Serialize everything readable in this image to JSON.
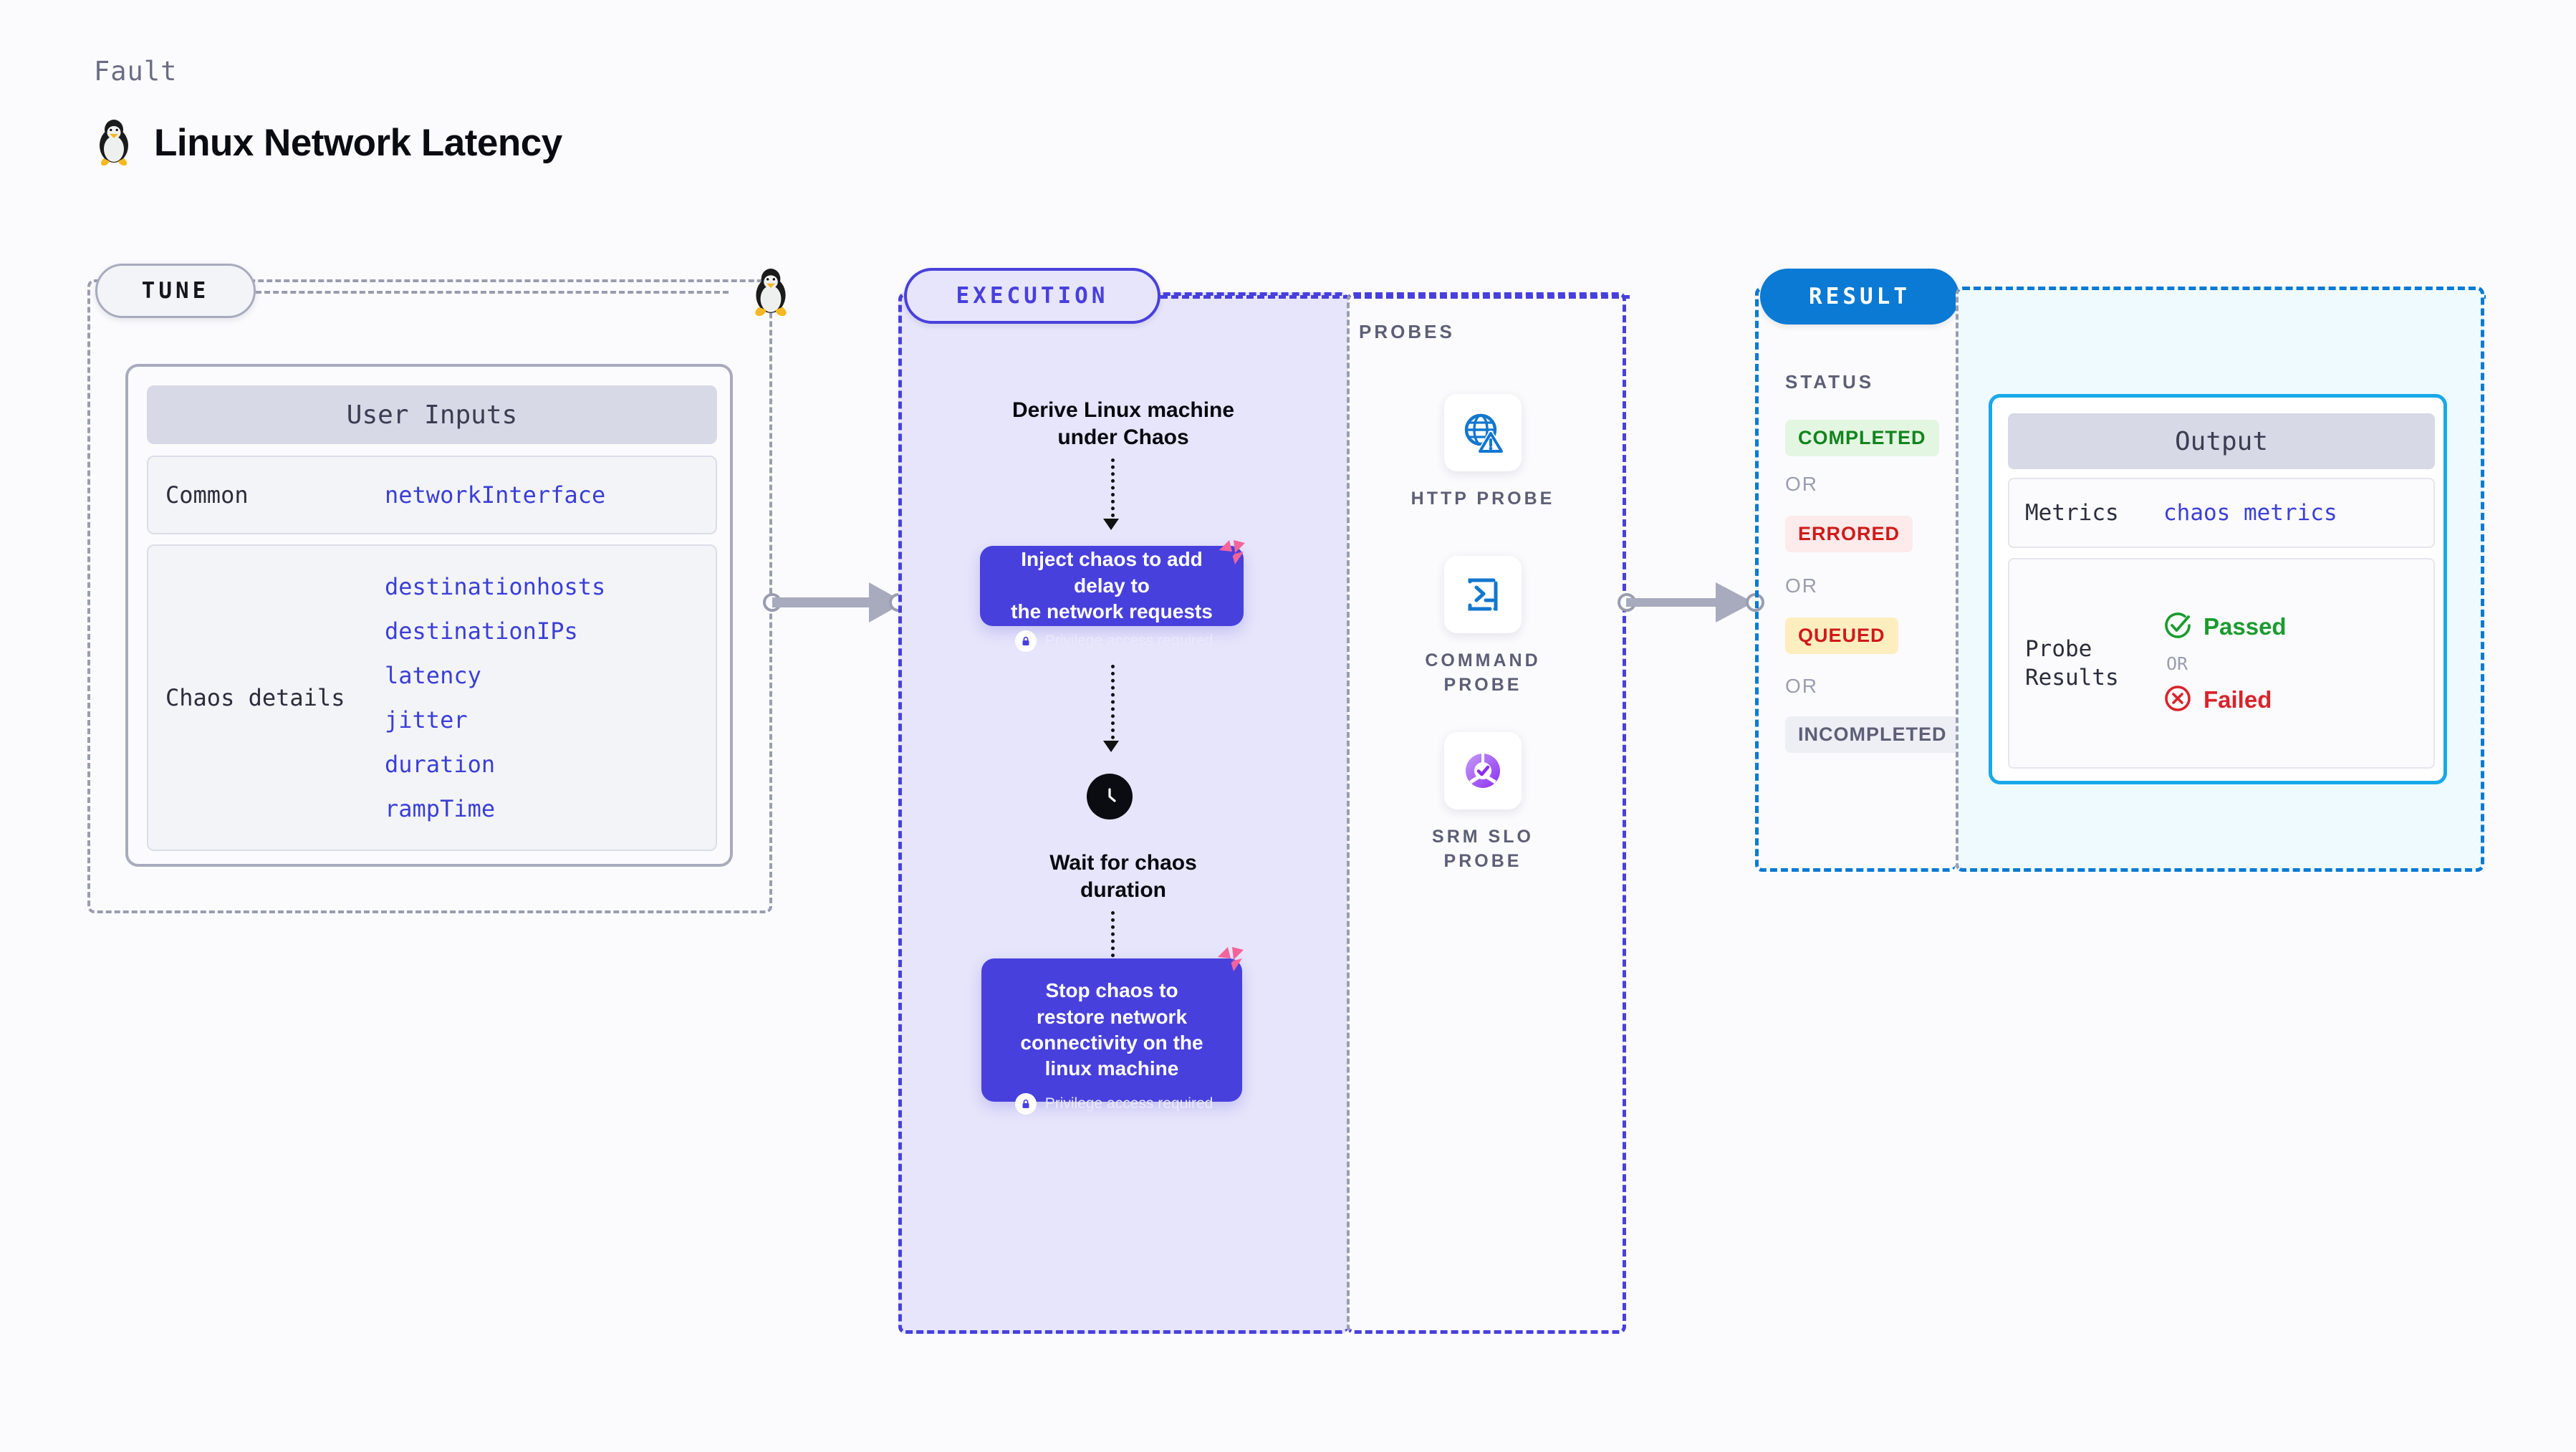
{
  "header": {
    "kicker": "Fault",
    "title": "Linux Network Latency",
    "icon": "linux-penguin-icon"
  },
  "colors": {
    "violet": "#4840dc",
    "violet_panel_bg": "#e6e5fb",
    "blue": "#0a7ad4",
    "blue_panel_bg": "#effaff",
    "grey_border": "#9a9db0",
    "harness_pink": "#f46495",
    "success_green": "#1a9b2e",
    "error_red": "#d9232a",
    "queued_yellow": "#fdeec0",
    "page_bg": "#fbfbfd"
  },
  "tune": {
    "badge": "TUNE",
    "card_title": "User Inputs",
    "rows": [
      {
        "key": "Common",
        "values": [
          "networkInterface"
        ]
      },
      {
        "key": "Chaos details",
        "values": [
          "destinationhosts",
          "destinationIPs",
          "latency",
          "jitter",
          "duration",
          "rampTime"
        ]
      }
    ]
  },
  "execution": {
    "badge": "EXECUTION",
    "steps": [
      {
        "type": "label",
        "text": "Derive Linux machine\nunder Chaos"
      },
      {
        "type": "card",
        "text": "Inject chaos to add delay to\nthe network requests",
        "privilege": "Privilege access required",
        "badge_icon": "harness-logo-icon",
        "lock_icon": "lock-icon"
      },
      {
        "type": "label",
        "icon": "clock-icon",
        "text": "Wait for chaos\nduration"
      },
      {
        "type": "card",
        "text": "Stop chaos to\nrestore network\nconnectivity on the\nlinux machine",
        "privilege": "Privilege access required",
        "badge_icon": "harness-logo-icon",
        "lock_icon": "lock-icon"
      }
    ]
  },
  "probes": {
    "label": "PROBES",
    "items": [
      {
        "caption": "HTTP  PROBE",
        "icon": "globe-warning-icon"
      },
      {
        "caption": "COMMAND\nPROBE",
        "icon": "terminal-icon"
      },
      {
        "caption": "SRM  SLO\nPROBE",
        "icon": "slo-check-icon"
      }
    ]
  },
  "result": {
    "badge": "RESULT",
    "status_label": "STATUS",
    "or_label": "OR",
    "statuses": [
      {
        "label": "COMPLETED",
        "bg": "#e3f6e1",
        "fg": "#11841d"
      },
      {
        "label": "ERRORED",
        "bg": "#fdeaea",
        "fg": "#cf1a1a"
      },
      {
        "label": "QUEUED",
        "bg": "#fdeec0",
        "fg": "#cf1a1a"
      },
      {
        "label": "INCOMPLETED",
        "bg": "#eeeef5",
        "fg": "#5c5f75"
      }
    ],
    "output": {
      "title": "Output",
      "rows": [
        {
          "key": "Metrics",
          "value": "chaos metrics"
        },
        {
          "key": "Probe\nResults",
          "pass": "Passed",
          "or": "OR",
          "fail": "Failed",
          "pass_icon": "check-circle-icon",
          "fail_icon": "x-circle-icon"
        }
      ]
    }
  }
}
